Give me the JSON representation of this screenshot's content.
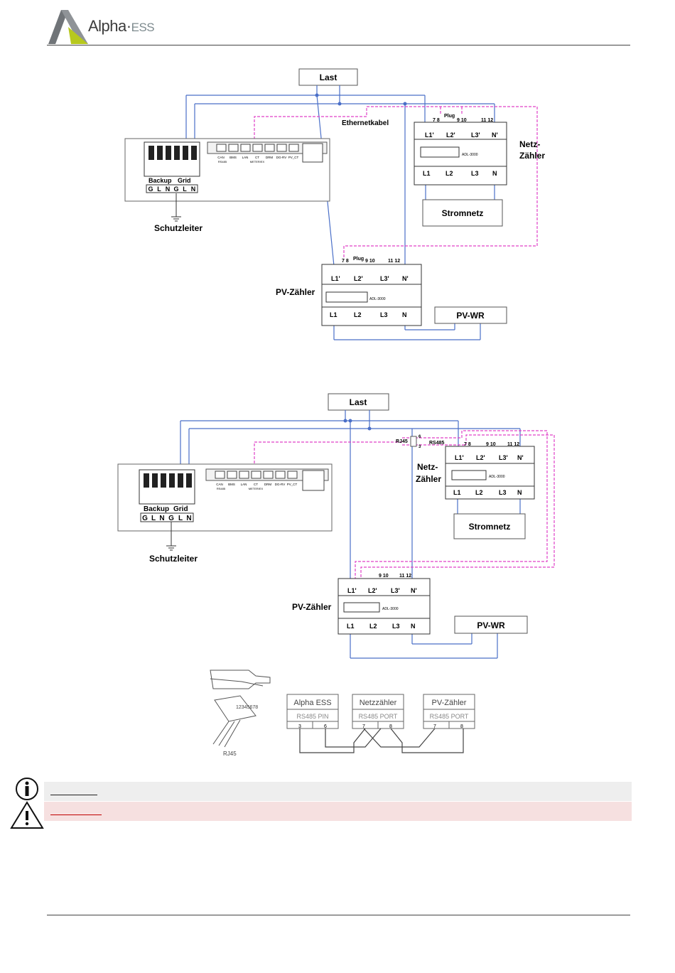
{
  "header": {
    "logo_main": "Alpha",
    "logo_dot": "·",
    "logo_suffix": "ESS"
  },
  "diagram1": {
    "load": "Last",
    "ethernet_cable": "Ethernetkabel",
    "grid_meter": [
      "Netz-",
      "Zähler"
    ],
    "grid": "Stromnetz",
    "pv_meter": "PV-Zähler",
    "pv_inverter": "PV-WR",
    "earth": "Schutzleiter",
    "inverter_terminal_groups": [
      "Backup",
      "Grid"
    ],
    "inverter_terminals": [
      "G",
      "L",
      "N",
      "G",
      "L",
      "N"
    ],
    "inverter_ports": [
      "CAN",
      "BMS",
      "LAN",
      "CT",
      "DRM",
      "DG-RV",
      "PV_CT"
    ],
    "inverter_ports_sub": [
      "RS485",
      "",
      "",
      "METER/EX",
      "",
      "",
      ""
    ]
  },
  "diagram2": {
    "load": "Last",
    "grid_meter": [
      "Netz-",
      "Zähler"
    ],
    "grid": "Stromnetz",
    "pv_meter": "PV-Zähler",
    "pv_inverter": "PV-WR",
    "earth": "Schutzleiter",
    "rj45_label": "RJ45",
    "rs485_label": "RS485",
    "rj45_pins": [
      "6",
      "3"
    ]
  },
  "meter": {
    "model": "ADL-3000",
    "top_terminals": [
      "L1'",
      "L2'",
      "L3'",
      "N'"
    ],
    "bottom_terminals": [
      "L1",
      "L2",
      "L3",
      "N"
    ],
    "plug_label": "Plug",
    "terminal_numbers": [
      "7 8",
      "9 10",
      "11 12"
    ]
  },
  "wiring_table": {
    "connector_pins": "12345678",
    "connector_label": "RJ45",
    "devices": [
      {
        "name": "Alpha ESS",
        "port": "RS485 PIN",
        "pins": [
          "3",
          "6"
        ]
      },
      {
        "name": "Netzzähler",
        "port": "RS485 PORT",
        "pins": [
          "7",
          "8"
        ]
      },
      {
        "name": "PV-Zähler",
        "port": "RS485 PORT",
        "pins": [
          "7",
          "8"
        ]
      }
    ]
  },
  "notices": [
    {
      "type": "info",
      "icon": "info-icon",
      "colour": "#eeeeee"
    },
    {
      "type": "warning",
      "icon": "warning-icon",
      "colour": "#f6e0e0"
    }
  ]
}
